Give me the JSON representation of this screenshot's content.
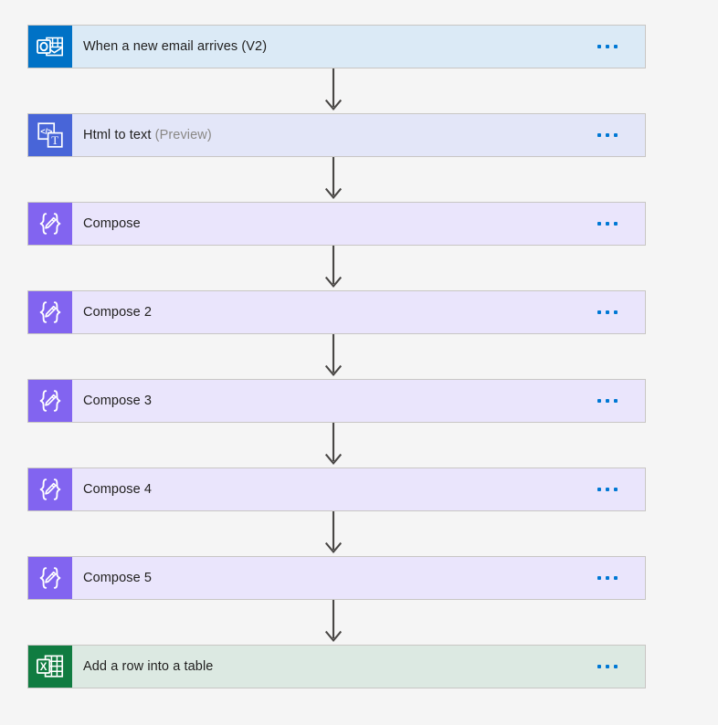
{
  "canvas": {
    "background_color": "#f5f5f5",
    "accent_color": "#0078d4",
    "menu_icon_name": "overflow-menu-icon",
    "connector_icon_name": "down-arrow-connector-icon"
  },
  "flow": {
    "nodes": [
      {
        "id": "when-a-new-email-arrives-v2",
        "title": "When a new email arrives (V2)",
        "subtitle": "",
        "icon_name": "outlook-icon",
        "theme": "outlook",
        "icon_bg": "#0072c6",
        "card_bg": "#dbeaf6",
        "menu_label": "..."
      },
      {
        "id": "html-to-text",
        "title": "Html to text",
        "subtitle": "(Preview)",
        "icon_name": "html-to-text-icon",
        "theme": "htmltext",
        "icon_bg": "#4865d8",
        "card_bg": "#e3e6f8",
        "menu_label": "..."
      },
      {
        "id": "compose",
        "title": "Compose",
        "subtitle": "",
        "icon_name": "compose-icon",
        "theme": "compose",
        "icon_bg": "#8264f0",
        "card_bg": "#eae5fc",
        "menu_label": "..."
      },
      {
        "id": "compose-2",
        "title": "Compose 2",
        "subtitle": "",
        "icon_name": "compose-icon",
        "theme": "compose",
        "icon_bg": "#8264f0",
        "card_bg": "#eae5fc",
        "menu_label": "..."
      },
      {
        "id": "compose-3",
        "title": "Compose 3",
        "subtitle": "",
        "icon_name": "compose-icon",
        "theme": "compose",
        "icon_bg": "#8264f0",
        "card_bg": "#eae5fc",
        "menu_label": "..."
      },
      {
        "id": "compose-4",
        "title": "Compose 4",
        "subtitle": "",
        "icon_name": "compose-icon",
        "theme": "compose",
        "icon_bg": "#8264f0",
        "card_bg": "#eae5fc",
        "menu_label": "..."
      },
      {
        "id": "compose-5",
        "title": "Compose 5",
        "subtitle": "",
        "icon_name": "compose-icon",
        "theme": "compose",
        "icon_bg": "#8264f0",
        "card_bg": "#eae5fc",
        "menu_label": "..."
      },
      {
        "id": "add-a-row-into-a-table",
        "title": "Add a row into a table",
        "subtitle": "",
        "icon_name": "excel-icon",
        "theme": "excel",
        "icon_bg": "#107c41",
        "card_bg": "#dce9e2",
        "menu_label": "..."
      }
    ]
  }
}
